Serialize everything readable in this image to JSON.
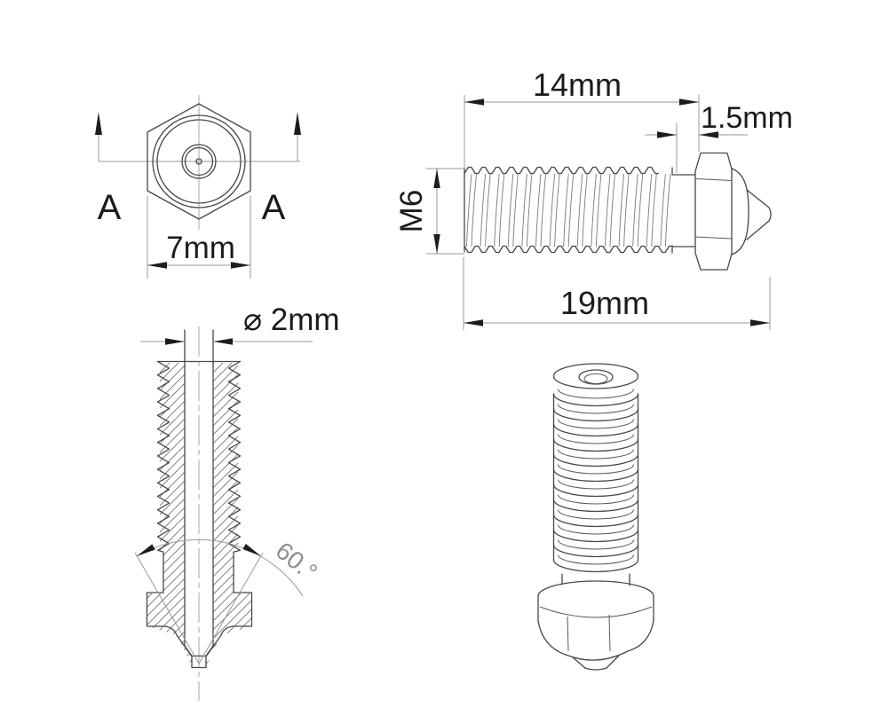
{
  "drawing": {
    "background_color": "#ffffff",
    "part_line_color": "#474747",
    "dim_line_color": "#9a9a9a",
    "text_color": "#1b1b1b",
    "angle_text_color": "#8f8f8f",
    "top_view": {
      "section_label_left": "A",
      "section_label_right": "A",
      "dim_across_flats": "7mm"
    },
    "side_view": {
      "dim_thread_length": "14mm",
      "dim_shank_length": "1.5mm",
      "label_thread_size": "M6",
      "dim_overall_length": "19mm"
    },
    "section_view": {
      "dim_bore_diameter": "⌀ 2mm",
      "label_tip_angle": "60.°"
    }
  }
}
